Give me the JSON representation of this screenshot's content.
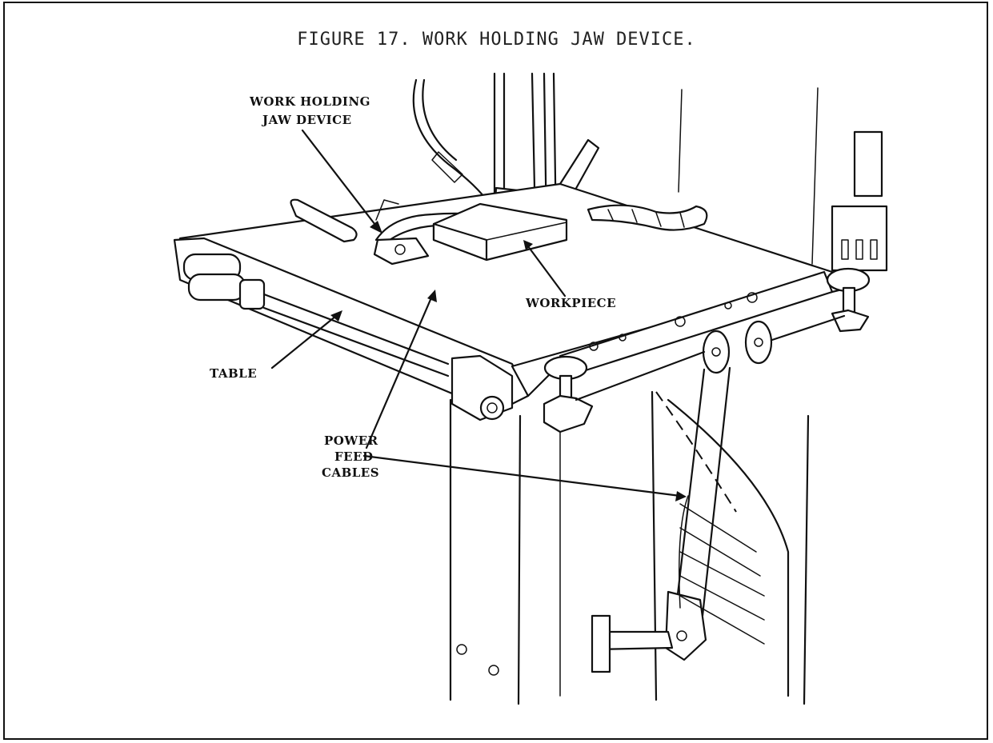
{
  "figure": {
    "title": "FIGURE 17.  WORK HOLDING JAW DEVICE."
  },
  "labels": {
    "jaw_device_line1": "WORK HOLDING",
    "jaw_device_line2": "JAW DEVICE",
    "workpiece": "WORKPIECE",
    "table": "TABLE",
    "power_feed_line1": "POWER",
    "power_feed_line2": "FEED",
    "power_feed_line3": "CABLES"
  },
  "colors": {
    "ink": "#111111",
    "paper": "#ffffff"
  }
}
